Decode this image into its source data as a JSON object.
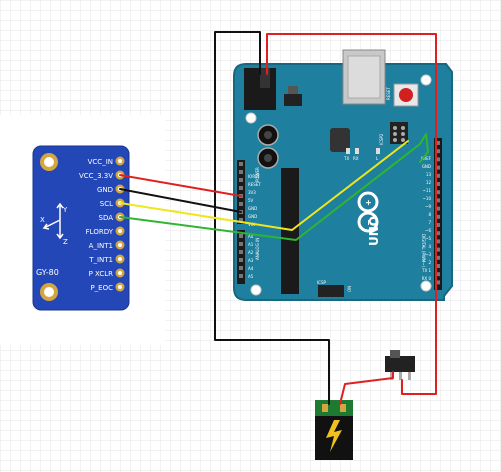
{
  "sensor": {
    "pins": [
      "VCC_IN",
      "VCC_3.3V",
      "GND",
      "SCL",
      "SDA",
      "FLORDY",
      "A_INT1",
      "T_INT1",
      "P XCLR",
      "P_EOC"
    ],
    "model": "GY-80",
    "axis_x": "X",
    "axis_y": "Y",
    "axis_z": "Z"
  },
  "arduino": {
    "logo": "UNO",
    "power_pins": [
      "IOREF",
      "RESET",
      "3V3",
      "5V",
      "GND",
      "GND",
      "VIN"
    ],
    "analog_pins": [
      "A0",
      "A1",
      "A2",
      "A3",
      "A4",
      "A5"
    ],
    "power_label": "POWER",
    "analog_label": "ANALOG IN",
    "digital_label": "DIGITAL (PWM~)",
    "digital_pins": [
      "AREF",
      "GND",
      "13",
      "12",
      "~11",
      "~10",
      "~9",
      "8",
      "7",
      "~6",
      "~5",
      "4",
      "~3",
      "2",
      "TX 1",
      "RX 0"
    ],
    "led_tx": "TX",
    "led_rx": "RX",
    "led_l": "L",
    "icsp_top": "ICSP2",
    "icsp_bottom": "ICSP",
    "reset_label": "RESET",
    "on_label": "ON"
  },
  "colors": {
    "breadboard_grid": "#e6e6e6",
    "board": "#1e7f9e",
    "sensor_board": "#2447b8",
    "wire_red": "#e02020",
    "wire_black": "#111111",
    "wire_yellow": "#f0e61e",
    "wire_green": "#2fb52f"
  }
}
